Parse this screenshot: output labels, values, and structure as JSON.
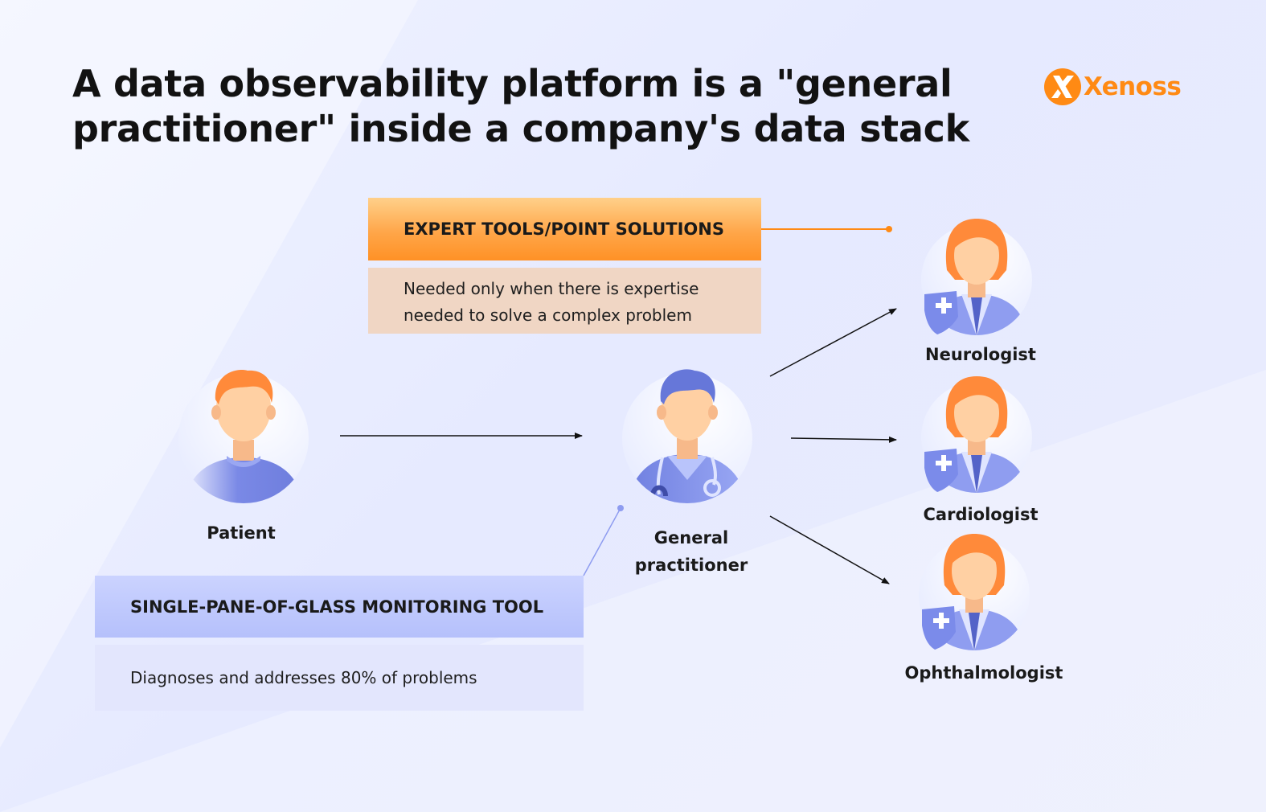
{
  "title": {
    "line1": "A data observability platform is a \"general",
    "line2": "practitioner\" inside a company's data stack"
  },
  "logo": {
    "text": "Xenoss",
    "icon": "xenoss-x-logo-icon"
  },
  "expert_box": {
    "title": "EXPERT TOOLS/POINT SOLUTIONS",
    "line1": "Needed only when there is expertise",
    "line2": "needed to solve a complex problem"
  },
  "single_pane_box": {
    "title": "SINGLE-PANE-OF-GLASS MONITORING TOOL",
    "description": "Diagnoses and addresses 80% of problems"
  },
  "nodes": {
    "patient": {
      "label": "Patient",
      "icon": "patient-avatar-icon"
    },
    "general_practitioner": {
      "label_line1": "General",
      "label_line2": "practitioner",
      "icon": "doctor-avatar-icon"
    },
    "neurologist": {
      "label": "Neurologist",
      "icon": "specialist-avatar-icon"
    },
    "cardiologist": {
      "label": "Cardiologist",
      "icon": "specialist-avatar-icon"
    },
    "ophthalmologist": {
      "label": "Ophthalmologist",
      "icon": "specialist-avatar-icon"
    }
  },
  "colors": {
    "accent_orange": "#ff8a14",
    "hair_orange": "#ff8a3a",
    "skin": "#ffd0a3",
    "clothing_blue": "#7b8bea",
    "expert_desc_bg": "#f0d6c4",
    "single_header_bg": "#b9c3fc",
    "single_desc_bg": "#e3e6fd"
  }
}
